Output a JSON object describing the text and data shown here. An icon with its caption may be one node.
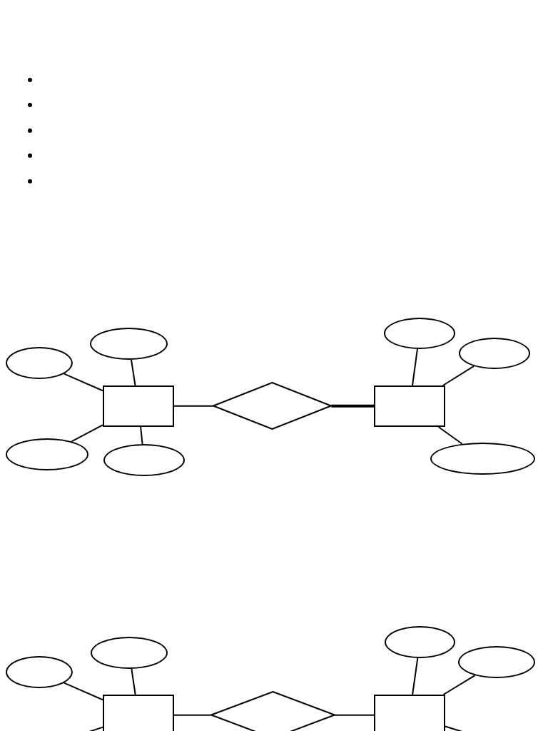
{
  "diagram": {
    "nodes": [
      {
        "text": [],
        "shape": "ellipse"
      },
      {
        "text": [],
        "shape": "ellipse"
      },
      {
        "text": [],
        "shape": "ellipse"
      },
      {
        "text": [],
        "shape": "ellipse"
      },
      {
        "text": [],
        "shape": "box"
      },
      {
        "text": [],
        "shape": "diamond"
      },
      {
        "text": [],
        "shape": "box"
      },
      {
        "text": [],
        "shape": "ellipse"
      },
      {
        "text": [],
        "shape": "ellipse"
      },
      {
        "text": [],
        "shape": "ellipse"
      },
      {
        "text": [],
        "shape": "ellipse"
      },
      {
        "text": [],
        "shape": "ellipse"
      },
      {
        "text": [],
        "shape": "box"
      },
      {
        "text": [],
        "shape": "diamond"
      },
      {
        "text": [],
        "shape": "box"
      },
      {
        "text": [],
        "shape": "ellipse"
      },
      {
        "text": [],
        "shape": "ellipse"
      }
    ],
    "edges": [
      {
        "from": 0,
        "to": 4,
        "arrow": "none"
      },
      {
        "from": 1,
        "to": 4,
        "arrow": "none"
      },
      {
        "from": 2,
        "to": 4,
        "arrow": "none"
      },
      {
        "from": 3,
        "to": 4,
        "arrow": "none"
      },
      {
        "from": 4,
        "to": 5,
        "arrow": "none"
      },
      {
        "from": 5,
        "to": 6,
        "arrow": "none",
        "style": "thick"
      },
      {
        "from": 6,
        "to": 7,
        "arrow": "none"
      },
      {
        "from": 6,
        "to": 8,
        "arrow": "none"
      },
      {
        "from": 6,
        "to": 9,
        "arrow": "none"
      },
      {
        "from": 10,
        "to": 12,
        "arrow": "none"
      },
      {
        "from": 11,
        "to": 12,
        "arrow": "none"
      },
      {
        "from": 12,
        "to": 13,
        "arrow": "none"
      },
      {
        "from": 13,
        "to": 14,
        "arrow": "none"
      },
      {
        "from": 14,
        "to": 15,
        "arrow": "none"
      },
      {
        "from": 14,
        "to": 16,
        "arrow": "none"
      },
      {
        "from": 12,
        "to": null,
        "arrow": "none"
      },
      {
        "from": 14,
        "to": null,
        "arrow": "none"
      }
    ]
  }
}
